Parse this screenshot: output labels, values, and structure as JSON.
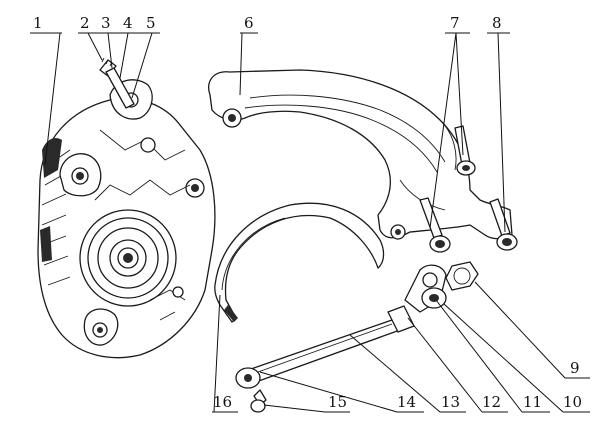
{
  "diagram": {
    "callouts": [
      {
        "id": "1",
        "label": "1"
      },
      {
        "id": "2",
        "label": "2"
      },
      {
        "id": "3",
        "label": "3"
      },
      {
        "id": "4",
        "label": "4"
      },
      {
        "id": "5",
        "label": "5"
      },
      {
        "id": "6",
        "label": "6"
      },
      {
        "id": "7",
        "label": "7"
      },
      {
        "id": "8",
        "label": "8"
      },
      {
        "id": "9",
        "label": "9"
      },
      {
        "id": "10",
        "label": "10"
      },
      {
        "id": "11",
        "label": "11"
      },
      {
        "id": "12",
        "label": "12"
      },
      {
        "id": "13",
        "label": "13"
      },
      {
        "id": "14",
        "label": "14"
      },
      {
        "id": "15",
        "label": "15"
      },
      {
        "id": "16",
        "label": "16"
      }
    ]
  }
}
